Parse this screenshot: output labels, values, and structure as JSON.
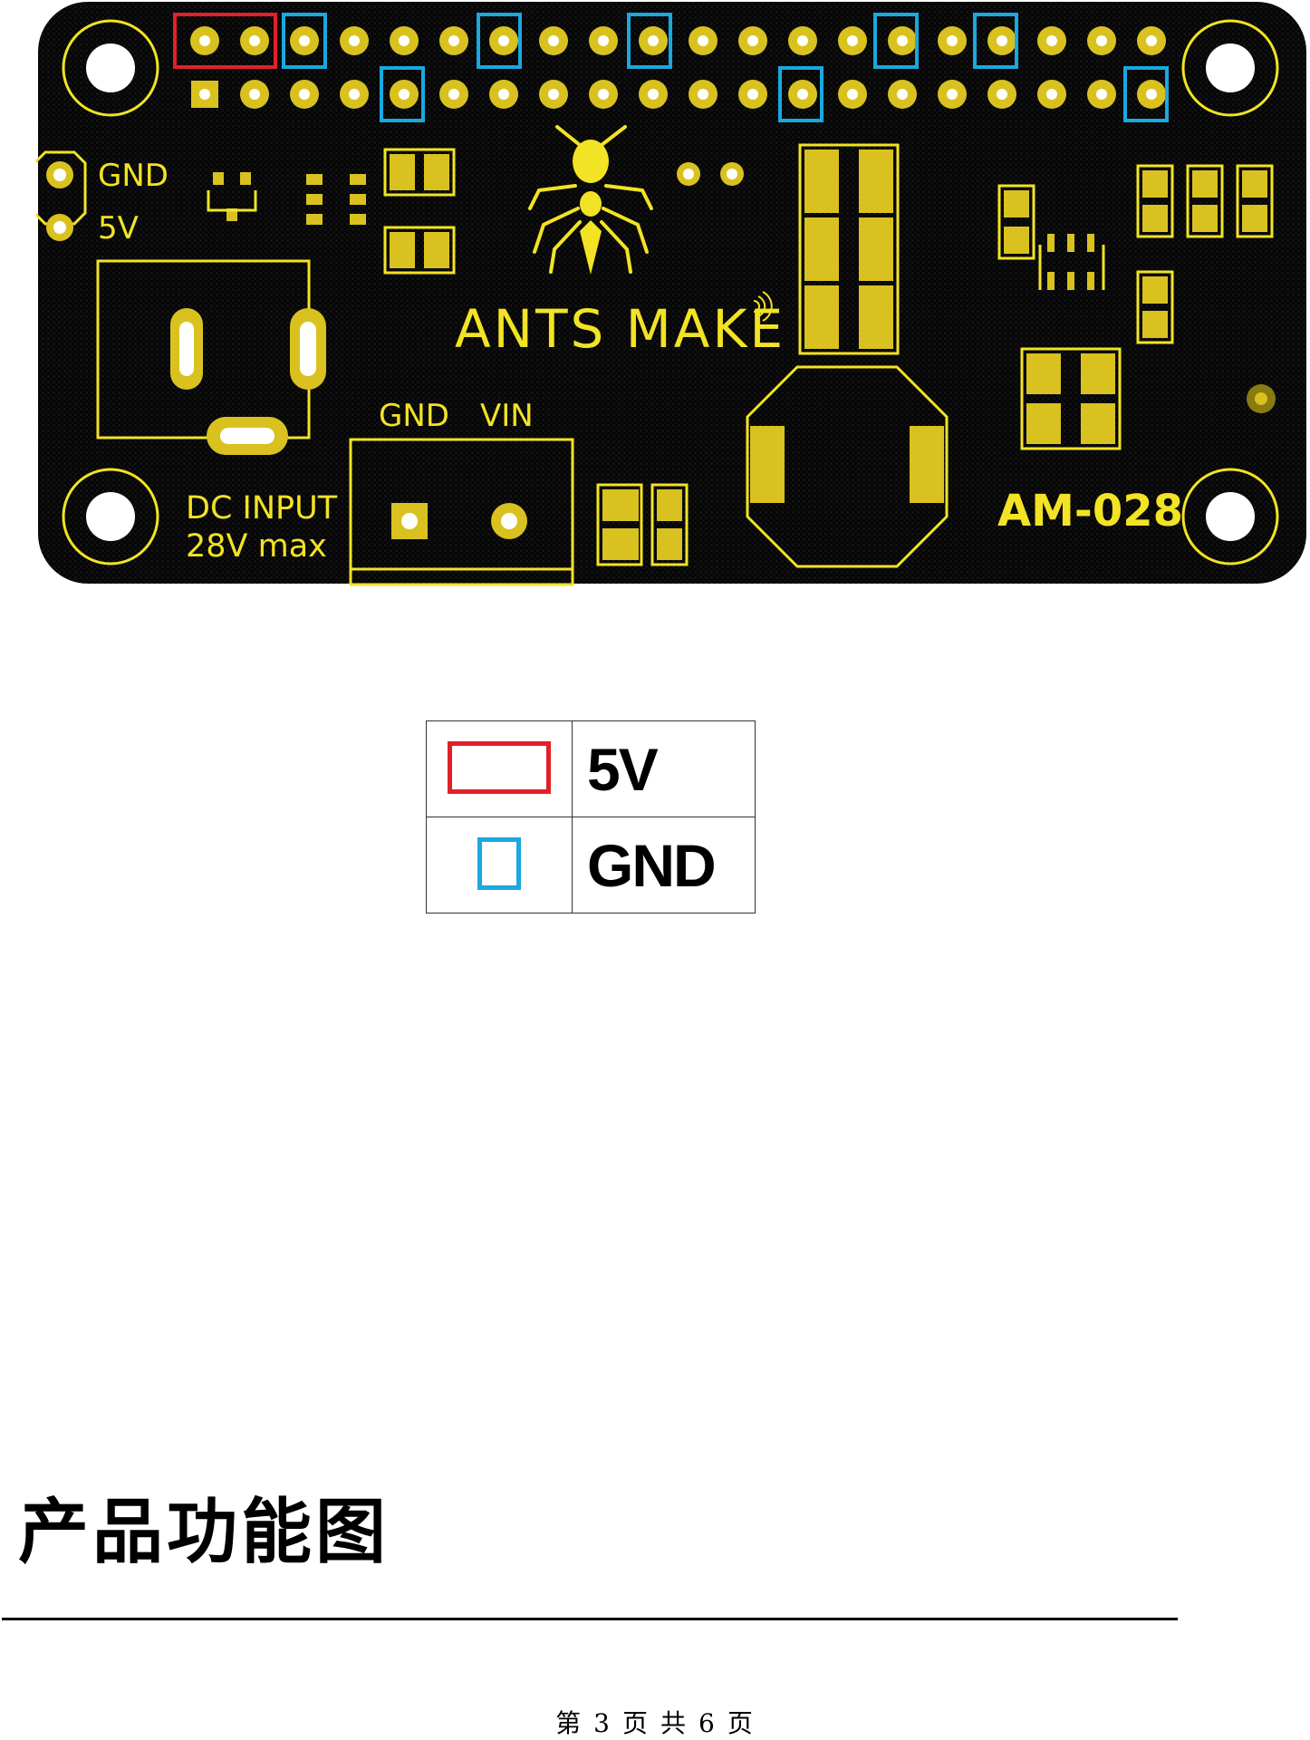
{
  "board": {
    "brand": "ANTS MAKE",
    "model": "AM-028",
    "header_gnd": "GND",
    "header_5v": "5V",
    "terminal_gnd": "GND",
    "terminal_vin": "VIN",
    "dc_input_line1": "DC INPUT",
    "dc_input_line2": "28V max",
    "colors": {
      "board": "#000000",
      "silkscreen": "#f2e324",
      "pad": "#d9c21f",
      "marker_5v": "#e2202a",
      "marker_gnd": "#1aa8df"
    },
    "icons": [
      "ant-logo-icon",
      "wireless-signal-icon"
    ]
  },
  "legend": {
    "rows": [
      {
        "label": "5V",
        "color": "#e2202a",
        "swatch": "wide-rect"
      },
      {
        "label": "GND",
        "color": "#1aa8df",
        "swatch": "narrow-rect"
      }
    ]
  },
  "section_title": "产品功能图",
  "footer": {
    "prefix": "第",
    "current": "3",
    "middle1": "页",
    "middle2": "共",
    "total": "6",
    "suffix": "页"
  }
}
